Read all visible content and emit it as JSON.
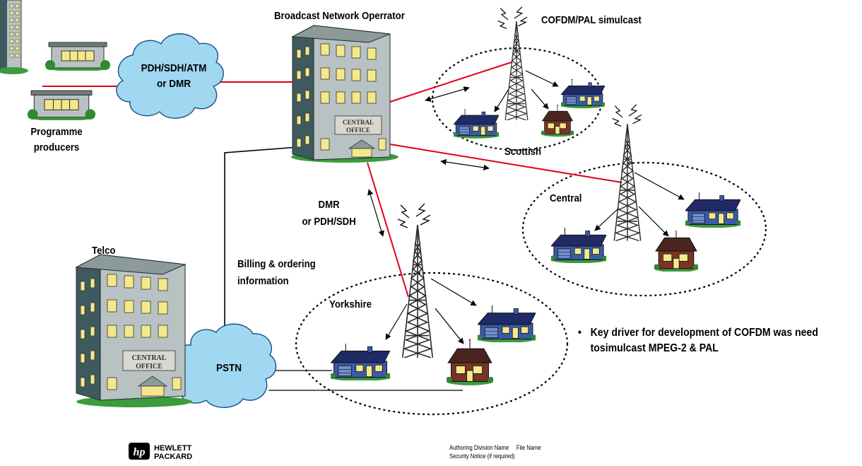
{
  "labels": {
    "broadcast_operator": "Broadcast Network Operrator",
    "cofdm_pal": "COFDM/PAL simulcast",
    "programme_producers": [
      "Programme",
      "producers"
    ],
    "scottish": "Scottish",
    "central": "Central",
    "yorkshire": "Yorkshire",
    "telco": "Telco",
    "dmr_pdh": [
      "DMR",
      "or PDH/SDH"
    ],
    "billing": [
      "Billing & ordering",
      "information"
    ]
  },
  "clouds": {
    "network": [
      "PDH/SDH/ATM",
      "or DMR"
    ],
    "pstn": "PSTN"
  },
  "buildings": {
    "central_office_sign": [
      "CENTRAL",
      "OFFICE"
    ]
  },
  "bullets": [
    "Key driver for development of COFDM was need tosimulcast MPEG-2 & PAL"
  ],
  "footer": {
    "hp_name": [
      "HEWLETT",
      "PACKARD"
    ],
    "hp_mark": "hp",
    "authoring": "Authoring Division Name     File Name",
    "security": "Security Notice (if required)"
  },
  "colors": {
    "link_red": "#e2001a",
    "cloud_fill": "#9fd8f0",
    "building_dark": "#3f5a5e",
    "building_light": "#b9c2c2",
    "window": "#f4e98a",
    "roof_blue": "#1f2a66",
    "house_blue": "#3a5ba8",
    "house_brown": "#7a3327",
    "grass": "#3c9b3c"
  },
  "icons": [
    "tower-icon",
    "house-icon",
    "office-building-icon",
    "cloud-icon",
    "bidirectional-arrow-icon"
  ]
}
